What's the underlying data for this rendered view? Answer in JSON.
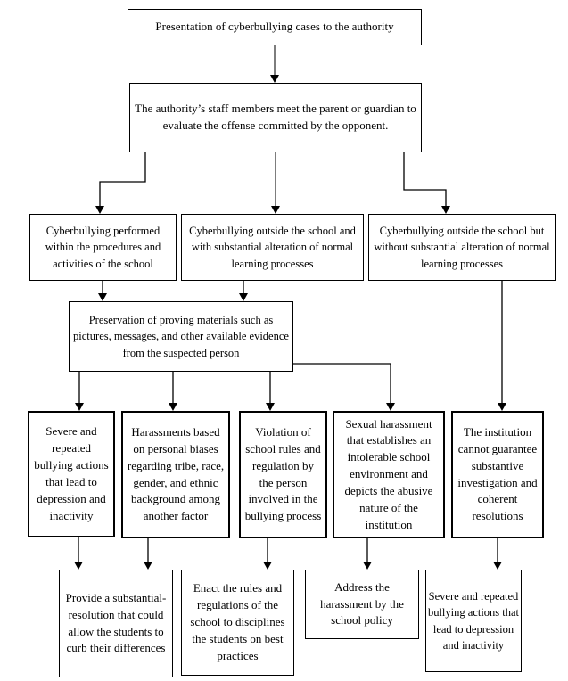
{
  "diagram": {
    "type": "flowchart",
    "nodes": {
      "presentation": "Presentation of cyberbullying cases to the authority",
      "authority_meeting": "The authority’s staff members meet the parent or guardian to evaluate the offense committed by the opponent.",
      "within_school": "Cyberbullying performed within the procedures and activities of the school",
      "outside_with_alteration": "Cyberbullying outside the school and with substantial alteration of normal learning processes",
      "outside_without_alteration": "Cyberbullying outside the school but without substantial alteration of normal learning processes",
      "preservation": "Preservation of proving materials such as pictures, messages, and other available evidence from the suspected person",
      "severe_bullying": "Severe and repeated bullying actions that lead to depression and inactivity",
      "harassments_biases": "Harassments based on personal biases regarding tribe, race, gender, and ethnic background among another factor",
      "violation_rules": "Violation of school rules and regulation by the person involved in the bullying process",
      "sexual_harassment": "Sexual harassment that establishes an intolerable school environment and depicts the abusive nature of the institution",
      "institution_cannot": "The institution cannot guarantee substantive investigation and coherent resolutions",
      "provide_resolution": "Provide a substantial-resolution that could allow the students to curb their differences",
      "enact_rules": "Enact the rules and regulations of the school to disciplines the students on best practices",
      "address_harassment": "Address the harassment by the school policy",
      "severe_bullying_outcome": "Severe and repeated bullying actions that lead to depression and inactivity"
    },
    "edges": [
      {
        "from": "presentation",
        "to": "authority_meeting"
      },
      {
        "from": "authority_meeting",
        "to": "within_school"
      },
      {
        "from": "authority_meeting",
        "to": "outside_with_alteration"
      },
      {
        "from": "authority_meeting",
        "to": "outside_without_alteration"
      },
      {
        "from": "within_school",
        "to": "preservation"
      },
      {
        "from": "outside_with_alteration",
        "to": "preservation"
      },
      {
        "from": "outside_without_alteration",
        "to": "institution_cannot"
      },
      {
        "from": "preservation",
        "to": "severe_bullying"
      },
      {
        "from": "preservation",
        "to": "harassments_biases"
      },
      {
        "from": "preservation",
        "to": "violation_rules"
      },
      {
        "from": "preservation",
        "to": "sexual_harassment"
      },
      {
        "from": "severe_bullying",
        "to": "provide_resolution"
      },
      {
        "from": "harassments_biases",
        "to": "provide_resolution"
      },
      {
        "from": "violation_rules",
        "to": "enact_rules"
      },
      {
        "from": "sexual_harassment",
        "to": "address_harassment"
      },
      {
        "from": "institution_cannot",
        "to": "severe_bullying_outcome"
      }
    ],
    "colors": {
      "background": "#ffffff",
      "box_border": "#000000",
      "text": "#000000",
      "connector_black": "#000000",
      "connector_gray": "#7d7d7d"
    }
  }
}
